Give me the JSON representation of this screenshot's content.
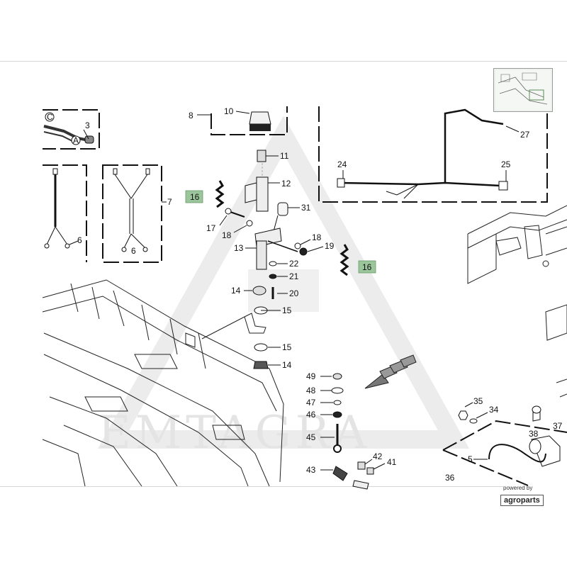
{
  "watermark": {
    "text": "EMTAGRA"
  },
  "branding": {
    "line1": "powered by",
    "line2": "agroparts"
  },
  "callouts": {
    "c3": "3",
    "c5": "5",
    "c6a": "6",
    "c6b": "6",
    "c7": "7",
    "c8": "8",
    "c10": "10",
    "c11": "11",
    "c12": "12",
    "c13": "13",
    "c14a": "14",
    "c14b": "14",
    "c15a": "15",
    "c15b": "15",
    "c16a": "16",
    "c16b": "16",
    "c17": "17",
    "c18a": "18",
    "c18b": "18",
    "c19": "19",
    "c20": "20",
    "c21": "21",
    "c22": "22",
    "c24": "24",
    "c25": "25",
    "c27": "27",
    "c31": "31",
    "c34": "34",
    "c35": "35",
    "c36": "36",
    "c37": "37",
    "c38": "38",
    "c41": "41",
    "c42": "42",
    "c43": "43",
    "c45": "45",
    "c46": "46",
    "c47": "47",
    "c48": "48",
    "c49": "49"
  },
  "inset_markers": {
    "c_marker": "C",
    "a_marker": "A"
  },
  "highlighted_callouts": [
    "16"
  ],
  "colors": {
    "highlight": "#9bc59b",
    "line": "#111111",
    "watermark": "#e4e4e4"
  }
}
